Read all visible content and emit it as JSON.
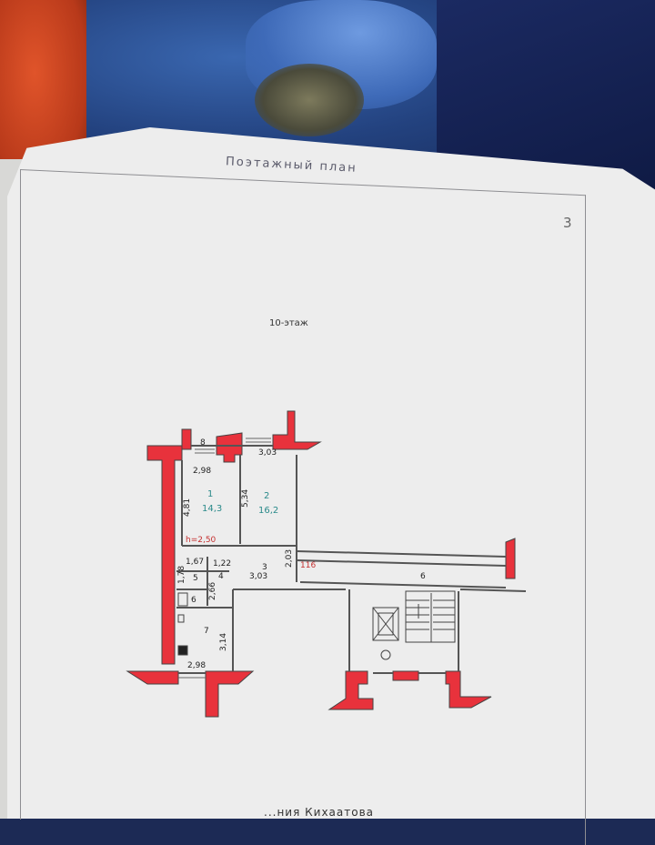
{
  "sheet": {
    "title": "Поэтажный план",
    "number": "3",
    "floor": "10-этаж",
    "footer": "...ния Кихаатова"
  },
  "rooms": [
    {
      "id": "8",
      "width": "2,98"
    },
    {
      "id": "1",
      "area": "14,3",
      "depth": "4,81"
    },
    {
      "id": "2",
      "area": "16,2",
      "depth": "5,34",
      "width": "3,03"
    },
    {
      "id": "3",
      "width": "3,03",
      "depth": "2,03"
    },
    {
      "id": "4",
      "width": "1,22",
      "depth": "2,66"
    },
    {
      "id": "5",
      "width": "1,67",
      "depth": "1,78"
    },
    {
      "id": "6a",
      "label": "6"
    },
    {
      "id": "7",
      "width": "2,98",
      "depth": "3,14"
    },
    {
      "id": "6b",
      "label": "6"
    }
  ],
  "annotations": {
    "ceiling_height": "h=2,50",
    "apartment_number": "116"
  },
  "colors": {
    "wall_fill": "#e8323c",
    "wall_line": "#444444",
    "area_text": "#2a8a8a"
  }
}
